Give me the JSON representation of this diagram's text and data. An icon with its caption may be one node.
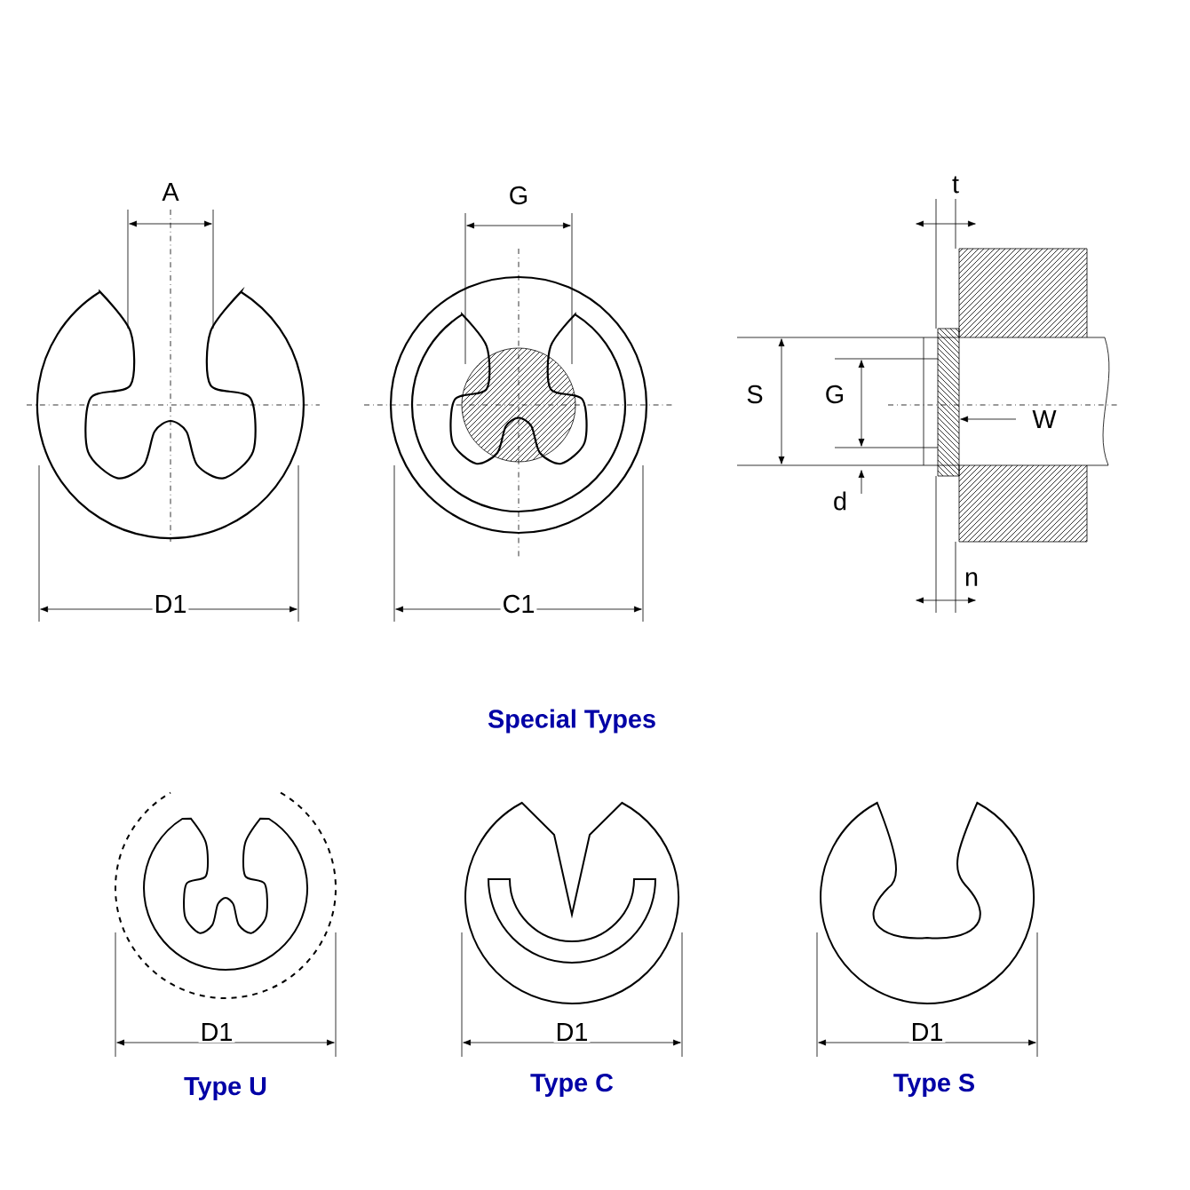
{
  "diagram": {
    "labels": [
      "A",
      "G",
      "t",
      "S",
      "G",
      "W",
      "d",
      "D1",
      "C1",
      "n",
      "Special Types",
      "D1",
      "D1",
      "D1",
      "Type U",
      "Type C",
      "Type S"
    ]
  }
}
